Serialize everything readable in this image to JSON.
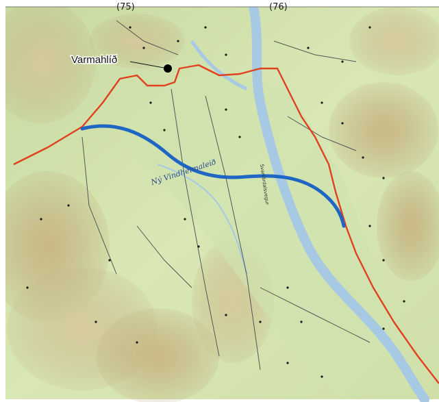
{
  "map": {
    "route_numbers": [
      "(75)",
      "(76)"
    ],
    "town": "Varmahlíð",
    "new_road_label": "Ný Vindheimaleið",
    "minor_road_label": "Svartárdalsvegur",
    "colors": {
      "land": "#d8e6b2",
      "hill": "#c9ba8a",
      "river": "#a7c9e4",
      "existing_road": "#e0401f",
      "new_road": "#1f66c4",
      "town_dot": "#000000"
    },
    "features": [
      "existing-road-1-red",
      "proposed-road-blue",
      "river-heradsvotn",
      "hillside-terrain"
    ]
  }
}
